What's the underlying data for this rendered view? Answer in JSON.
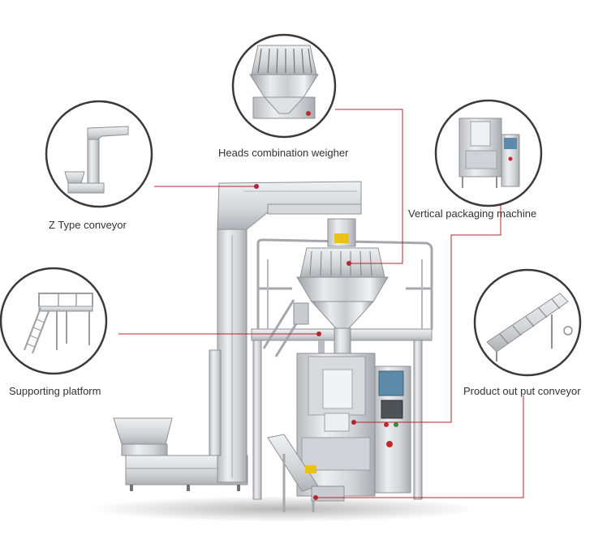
{
  "labels": {
    "heads_weigher": "Heads combination weigher",
    "vertical_packaging": "Vertical packaging machine",
    "z_type": "Z Type conveyor",
    "supporting_platform": "Supporting platform",
    "product_output": "Product out put  conveyor"
  },
  "colors": {
    "leader_line": "#b8232c",
    "leader_dot": "#b8232c",
    "circle_border": "#3a3a3a",
    "label_text": "#333333",
    "steel_light": "#e6e7e9",
    "steel_mid": "#c3c6ca",
    "steel_dark": "#8d9196",
    "hmi_screen": "#5c8aa8",
    "product_yellow": "#e9c21a",
    "background": "#ffffff"
  },
  "icons": [
    "heads-combination-weigher-thumbnail",
    "vertical-packaging-machine-thumbnail",
    "z-type-conveyor-thumbnail",
    "supporting-platform-thumbnail",
    "product-output-conveyor-thumbnail",
    "packaging-line-illustration"
  ]
}
